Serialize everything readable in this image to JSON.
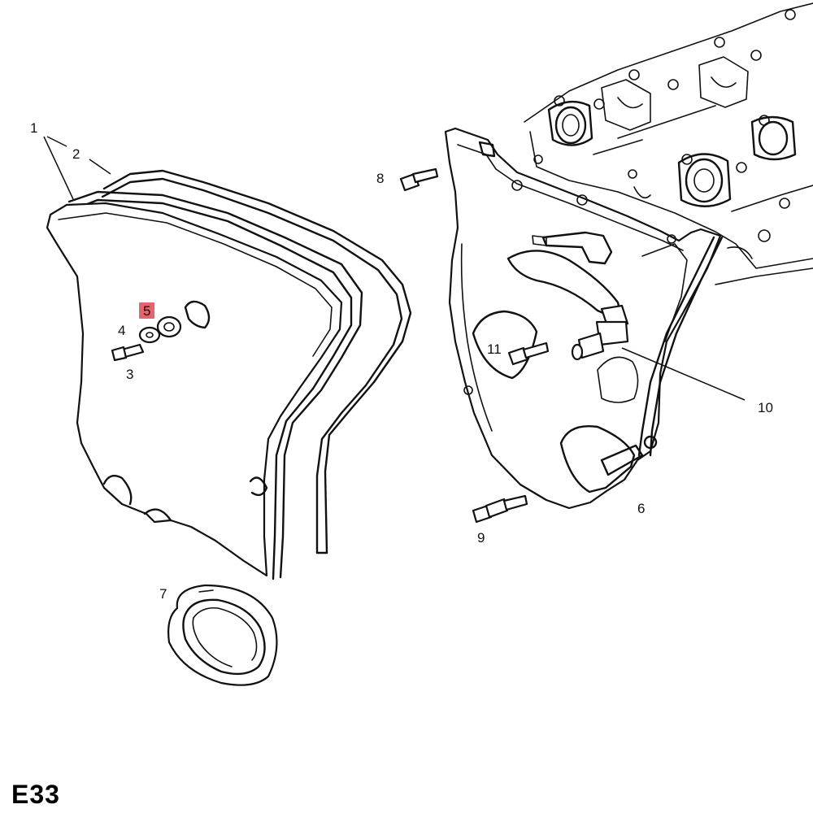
{
  "diagram": {
    "code": "E33",
    "highlight_color": "#e8626e",
    "line_color": "#111111",
    "part_labels": [
      {
        "id": "1",
        "text": "1",
        "highlighted": false
      },
      {
        "id": "2",
        "text": "2",
        "highlighted": false
      },
      {
        "id": "3",
        "text": "3",
        "highlighted": false
      },
      {
        "id": "4",
        "text": "4",
        "highlighted": false
      },
      {
        "id": "5",
        "text": "5",
        "highlighted": true
      },
      {
        "id": "6",
        "text": "6",
        "highlighted": false
      },
      {
        "id": "7",
        "text": "7",
        "highlighted": false
      },
      {
        "id": "8",
        "text": "8",
        "highlighted": false
      },
      {
        "id": "9",
        "text": "9",
        "highlighted": false
      },
      {
        "id": "10",
        "text": "10",
        "highlighted": false
      },
      {
        "id": "11",
        "text": "11",
        "highlighted": false
      }
    ]
  }
}
